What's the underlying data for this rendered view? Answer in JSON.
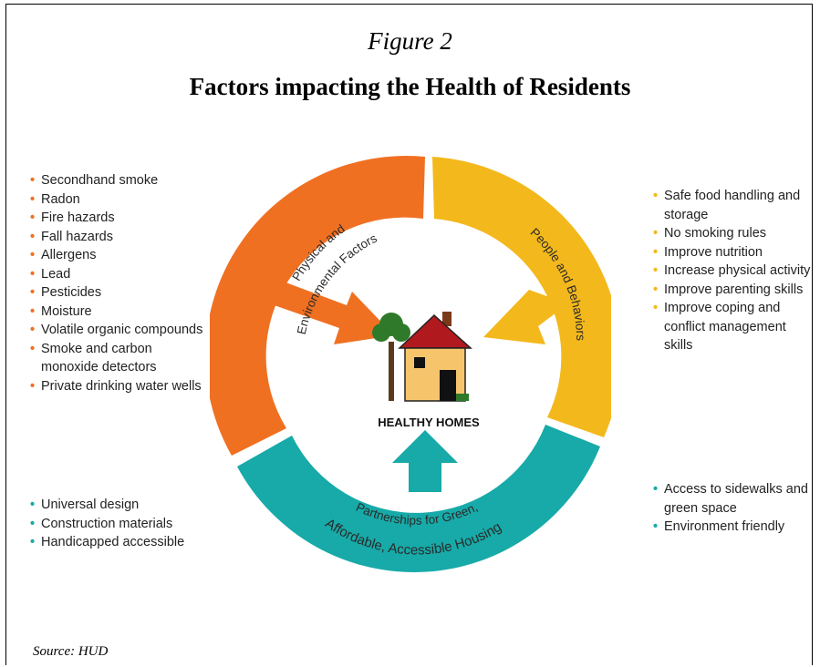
{
  "figure_label": "Figure 2",
  "title": "Factors impacting the Health of Residents",
  "center_label": "HEALTHY HOMES",
  "segments": {
    "physical": {
      "line1": "Physical and",
      "line2": "Environmental Factors",
      "color": "#f07022"
    },
    "people": {
      "label": "People and Behaviors",
      "color": "#f3b81b"
    },
    "partnerships": {
      "line1": "Partnerships for Green,",
      "line2": "Affordable, Accessible Housing",
      "color": "#17aaa8"
    }
  },
  "lists": {
    "physical": [
      "Secondhand smoke",
      "Radon",
      "Fire hazards",
      "Fall hazards",
      "Allergens",
      "Lead",
      "Pesticides",
      "Moisture",
      "Volatile organic compounds",
      "Smoke and carbon monoxide detectors",
      "Private drinking water wells"
    ],
    "people": [
      "Safe food handling and storage",
      "No smoking rules",
      "Improve nutrition",
      "Increase physical activity",
      "Improve parenting skills",
      "Improve coping and conflict management skills"
    ],
    "partnerships_left": [
      "Universal design",
      "Construction materials",
      "Handicapped accessible"
    ],
    "partnerships_right": [
      "Access to sidewalks and green space",
      "Environment friendly"
    ]
  },
  "bullet": "•",
  "source": "Source: HUD",
  "icons": {
    "center": "house-with-tree-icon"
  }
}
